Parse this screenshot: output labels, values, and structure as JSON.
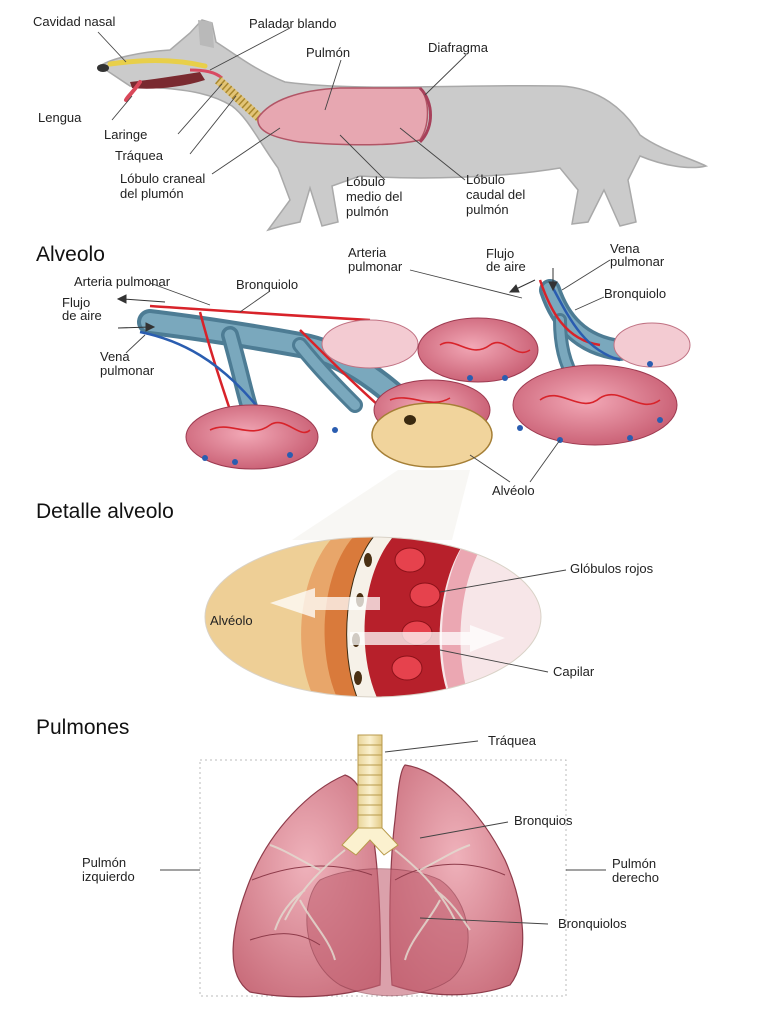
{
  "sections": {
    "alveolo_title": "Alveolo",
    "detalle_title": "Detalle alveolo",
    "pulmones_title": "Pulmones"
  },
  "dog": {
    "cavidad_nasal": "Cavidad nasal",
    "paladar_blando": "Paladar blando",
    "pulmon": "Pulmón",
    "diafragma": "Diafragma",
    "lengua": "Lengua",
    "laringe": "Laringe",
    "traquea": "Tráquea",
    "lobulo_craneal": [
      "Lóbulo craneal",
      "del plumón"
    ],
    "lobulo_medio": [
      "Lóbulo",
      "medio del",
      "pulmón"
    ],
    "lobulo_caudal": [
      "Lóbulo",
      "caudal del",
      "pulmón"
    ]
  },
  "alveolo": {
    "arteria_pulmonar_left": "Arteria pulmonar",
    "bronquiolo_left": "Bronquiolo",
    "flujo_aire_left": [
      "Flujo",
      "de aire"
    ],
    "vena_pulmonar_left": [
      "Vena",
      "pulmonar"
    ],
    "arteria_pulmonar_right": [
      "Arteria",
      "pulmonar"
    ],
    "flujo_aire_right": [
      "Flujo",
      "de aire"
    ],
    "vena_pulmonar_right": [
      "Vena",
      "pulmonar"
    ],
    "bronquiolo_right": "Bronquiolo",
    "alveolo": "Alvéolo"
  },
  "detalle": {
    "globulos_rojos": "Glóbulos rojos",
    "alveolo": "Alvéolo",
    "capilar": "Capilar"
  },
  "pulmones": {
    "traquea": "Tráquea",
    "bronquios": "Bronquios",
    "pulmon_izquierdo": [
      "Pulmón",
      "izquierdo"
    ],
    "pulmon_derecho": [
      "Pulmón",
      "derecho"
    ],
    "bronquiolos": "Bronquiolos"
  },
  "colors": {
    "lung_pink": "#e9a3ad",
    "artery_red": "#d8232a",
    "vein_blue": "#2a5db0",
    "bronchiole_teal": "#5f8fa6",
    "dog_gray": "#c8c8c8"
  }
}
